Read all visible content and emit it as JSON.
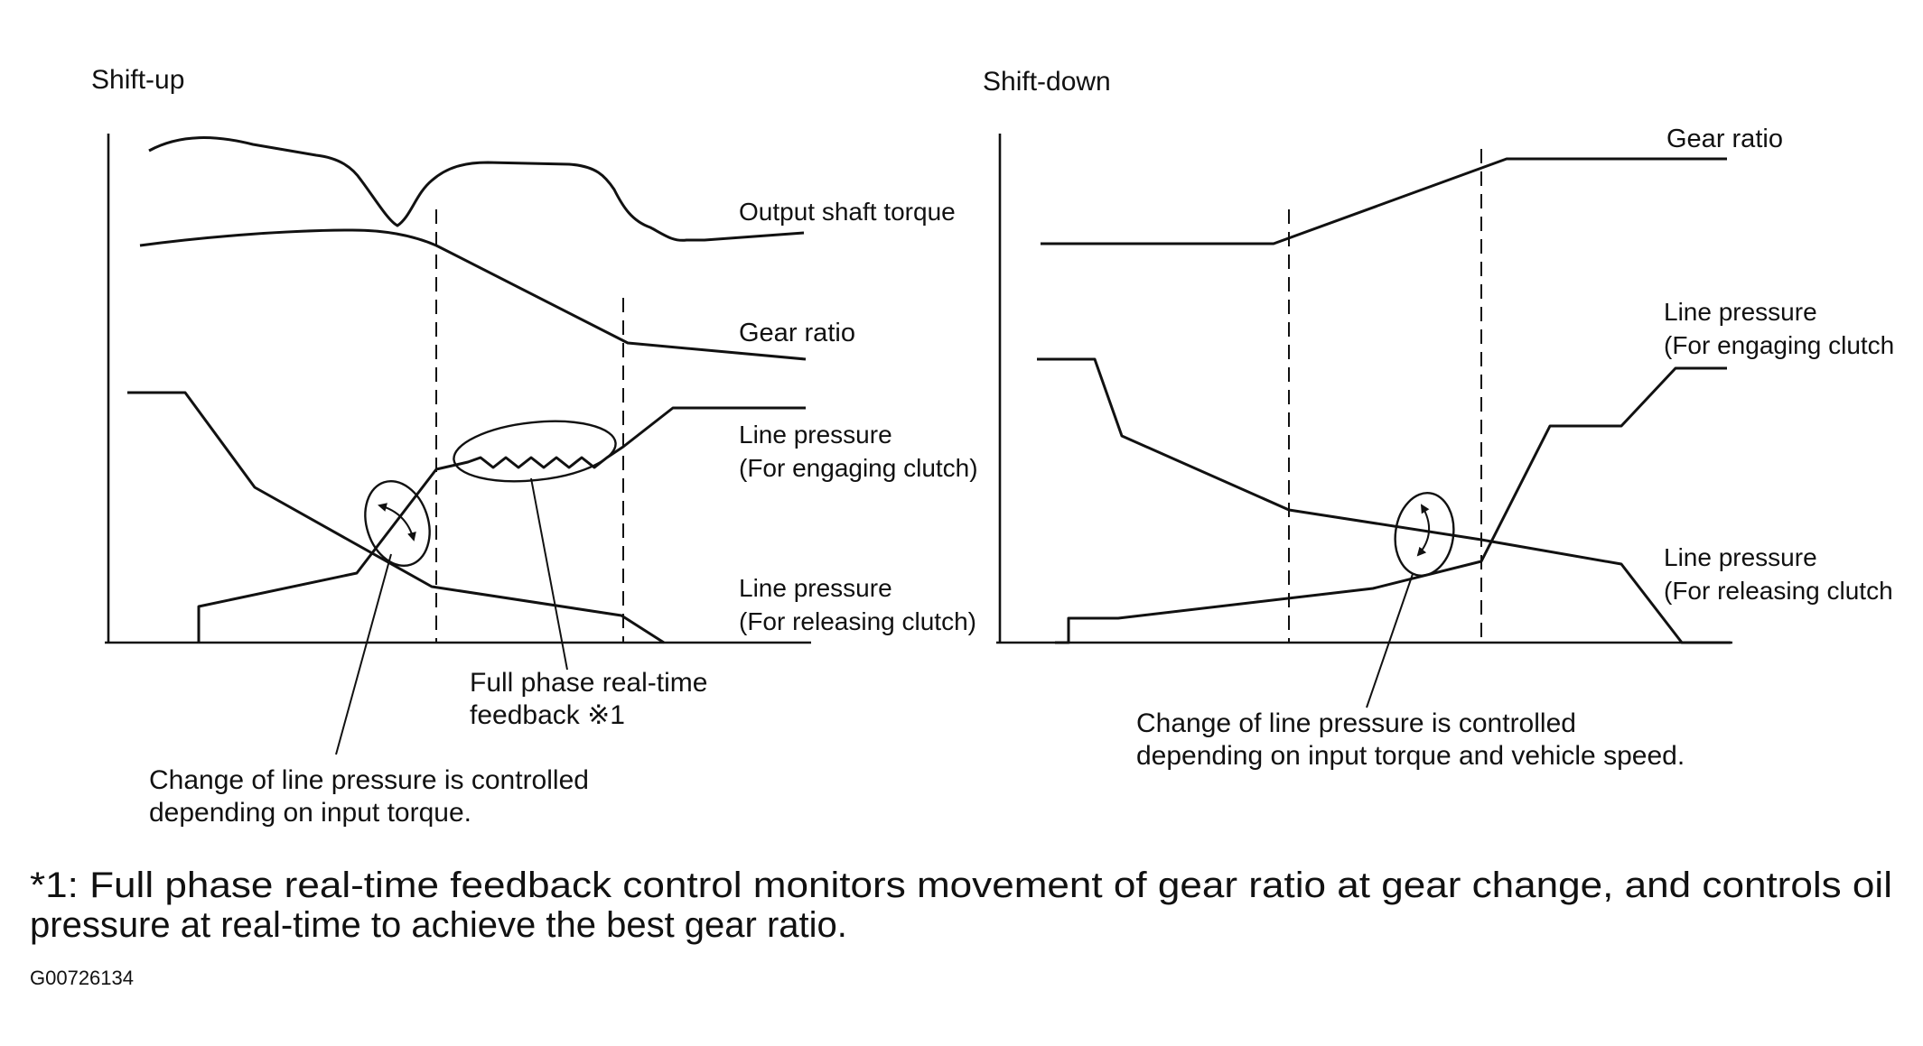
{
  "shift_up": {
    "title": "Shift-up",
    "labels": {
      "output_shaft_torque": "Output shaft torque",
      "gear_ratio": "Gear ratio",
      "line_pressure_engaging_1": "Line pressure",
      "line_pressure_engaging_2": "(For engaging clutch)",
      "line_pressure_releasing_1": "Line pressure",
      "line_pressure_releasing_2": "(For releasing clutch)"
    },
    "feedback_note_1": "Full phase real-time",
    "feedback_note_2": "feedback ※1",
    "control_note_1": "Change of line pressure is controlled",
    "control_note_2": "depending on input torque."
  },
  "shift_down": {
    "title": "Shift-down",
    "labels": {
      "gear_ratio": "Gear ratio",
      "line_pressure_engaging_1": "Line pressure",
      "line_pressure_engaging_2": "(For engaging clutch",
      "line_pressure_releasing_1": "Line pressure",
      "line_pressure_releasing_2": "(For releasing clutch"
    },
    "control_note_1": "Change of line pressure is controlled",
    "control_note_2": "depending on input torque and vehicle speed."
  },
  "footnote_line_1": "*1: Full phase real-time feedback control monitors movement of gear ratio at gear change, and controls oil",
  "footnote_line_2": "pressure at real-time to achieve the best gear ratio.",
  "figure_code": "G00726134"
}
